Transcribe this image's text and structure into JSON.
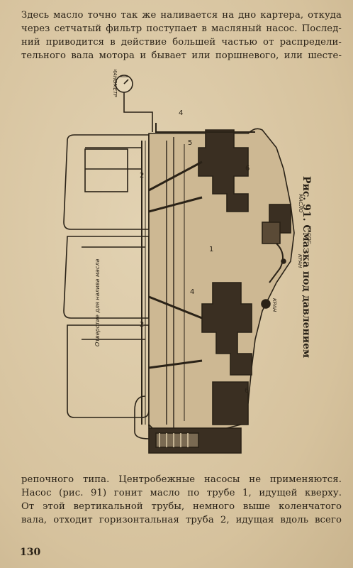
{
  "top_paragraph": [
    "Здесь масло точно так же наливается на дно картера, откуда",
    "через сетчатый фильтр поступает в масляный насос. Послед-",
    "ний приводится в действие большей частью от распредели-",
    "тельного вала мотора и бывает или поршневого, или шесте-"
  ],
  "figure": {
    "caption": "Рис. 91. Смазка под давлением",
    "labels": {
      "manometer": "МАНОМЕТР",
      "fill_hole": "Отверстие для налива масла",
      "oil": "МАСЛО",
      "pump": "НАСОС",
      "valve_upper": "КРАН",
      "valve_lower": "КРАН",
      "n1": "1",
      "n2a": "2",
      "n2b": "2",
      "n4a": "4",
      "n4b": "4",
      "n5": "5",
      "n6a": "6",
      "n6b": "6"
    }
  },
  "bottom_paragraph": [
    "репочного типа. Центробежные насосы не применяются.",
    "Насос (рис. 91) гонит масло по трубе 1, идущей кверху.",
    "От этой вертикальной трубы, немного выше коленчатого",
    "вала, отходит горизонтальная труба 2, идущая вдоль всего"
  ],
  "page_number": "130"
}
